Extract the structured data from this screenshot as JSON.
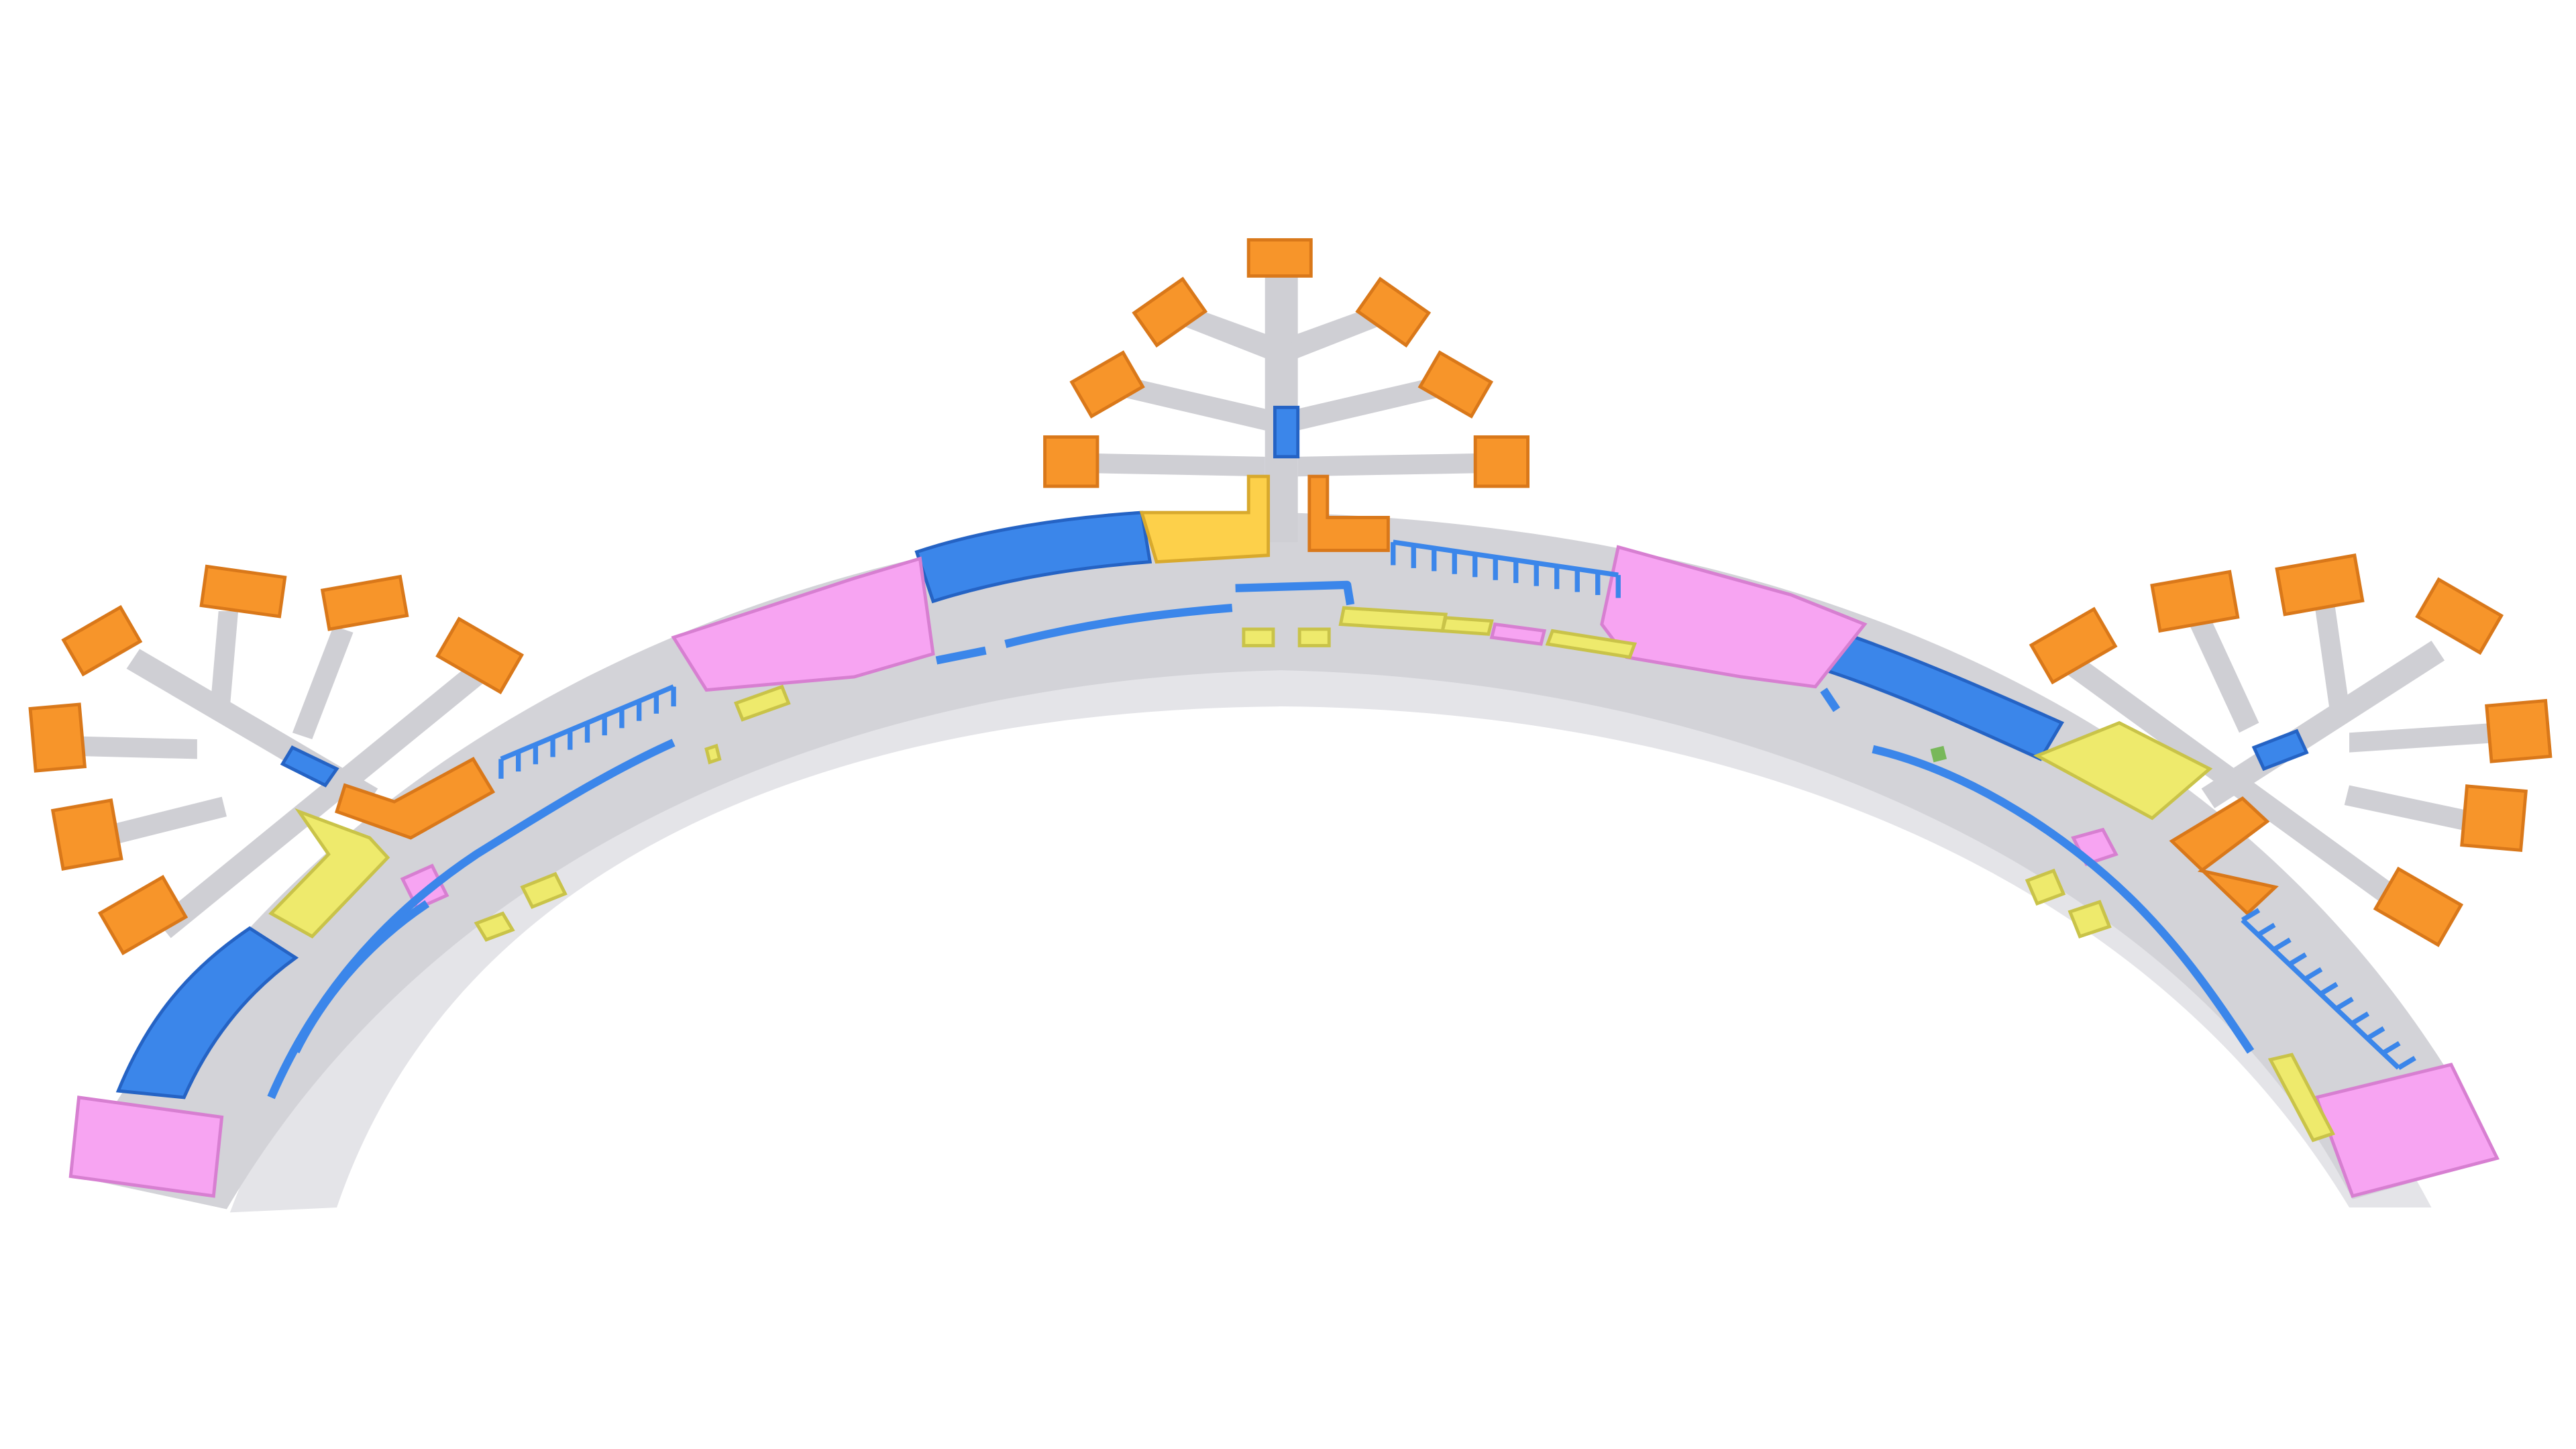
{
  "map": {
    "view": "3d-floor-plan",
    "background_color": "#ffffff",
    "colors": {
      "concourse_floor": "#d3d3d8",
      "concourse_shadow": "#e4e4e8",
      "walkway": "#cfcfd4",
      "gate_pod": "#f7952a",
      "gate_pod_side": "#d9781a",
      "retail_blue": "#3b86ea",
      "retail_blue_side": "#2563c4",
      "lounge_pink": "#f7a4f2",
      "lounge_pink_side": "#d77fd1",
      "service_yellow": "#eeea6c",
      "service_yellow_side": "#c9c349",
      "food_gold": "#fdd04a",
      "food_gold_side": "#d8a92d",
      "accent_green": "#78b85a"
    },
    "zones": [
      {
        "id": "west-pier",
        "kind": "pier",
        "gate_pods": 8
      },
      {
        "id": "central-pier",
        "kind": "pier",
        "gate_pods": 7
      },
      {
        "id": "east-pier",
        "kind": "pier",
        "gate_pods": 8
      },
      {
        "id": "main-concourse",
        "kind": "concourse"
      }
    ]
  }
}
